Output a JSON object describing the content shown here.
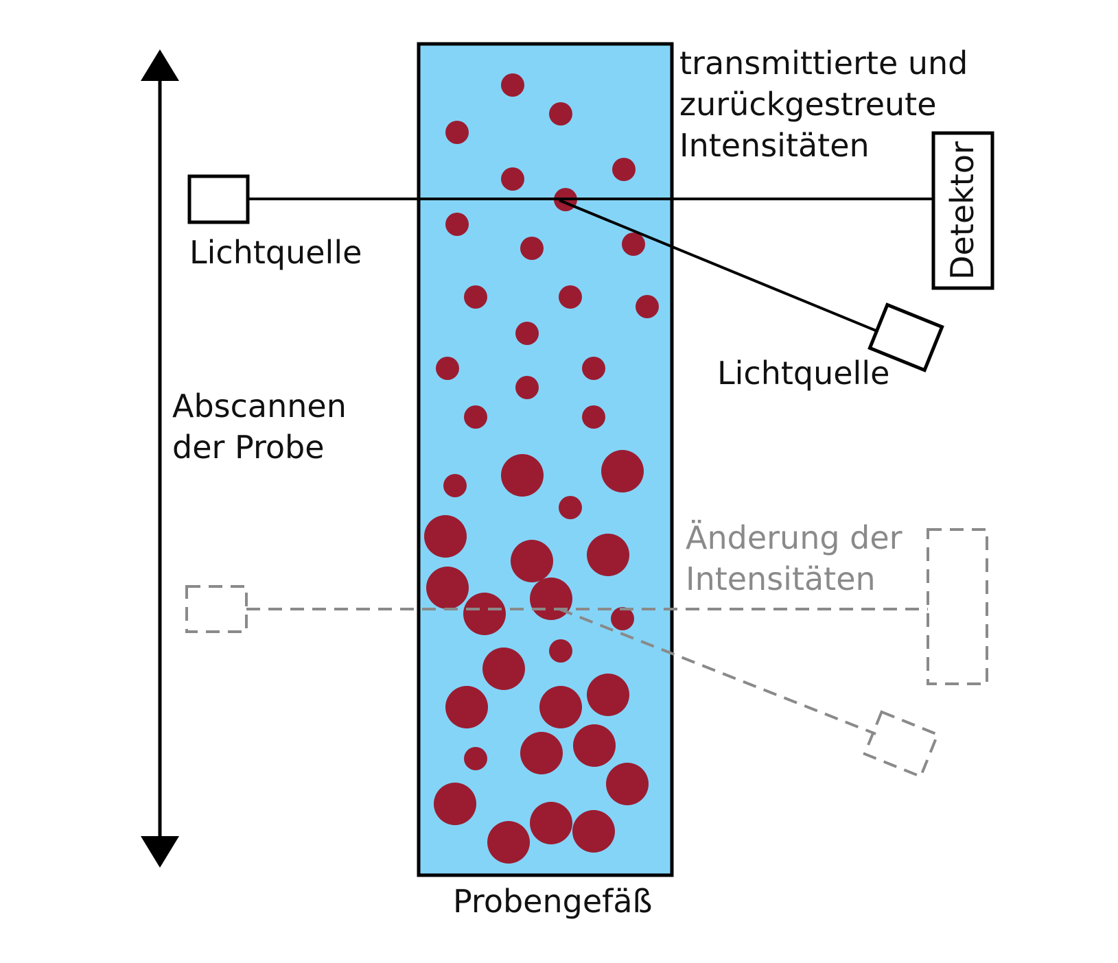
{
  "colors": {
    "liquid": "#84d4f7",
    "particle": "#9b1c31",
    "line": "#000000",
    "ghost": "#8a8a8a",
    "background": "#ffffff"
  },
  "labels": {
    "scan_line1": "Abscannen",
    "scan_line2": "der Probe",
    "light_source_left": "Lichtquelle",
    "light_source_right": "Lichtquelle",
    "detector": "Detektor",
    "transmitted_line1": "transmittierte und",
    "transmitted_line2": "zurückgestreute",
    "transmitted_line3": "Intensitäten",
    "change_line1": "Änderung der",
    "change_line2": "Intensitäten",
    "vessel": "Probengefäß"
  },
  "icons": {
    "scan_arrow": "double-headed-vertical-arrow-icon",
    "light_source": "square-box-icon",
    "detector": "rectangle-box-icon"
  }
}
